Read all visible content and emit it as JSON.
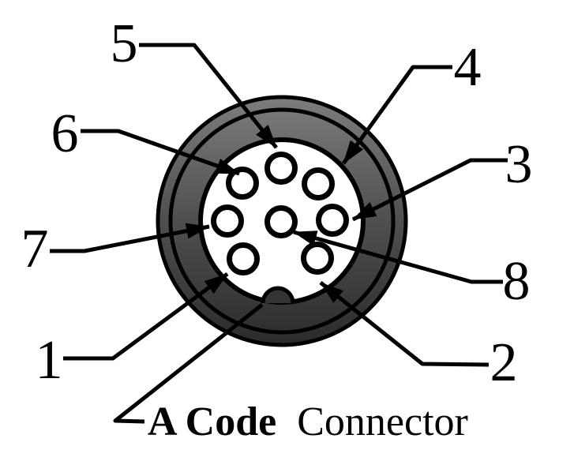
{
  "figure": {
    "type": "connector-pinout-diagram",
    "connector_coding": "A Code",
    "pin_count": 8
  },
  "pins": [
    {
      "label": "1",
      "position": "lower-left"
    },
    {
      "label": "2",
      "position": "lower-right"
    },
    {
      "label": "3",
      "position": "middle-right"
    },
    {
      "label": "4",
      "position": "upper-right"
    },
    {
      "label": "5",
      "position": "top-center"
    },
    {
      "label": "6",
      "position": "upper-left"
    },
    {
      "label": "7",
      "position": "middle-left"
    },
    {
      "label": "8",
      "position": "center"
    }
  ],
  "caption": {
    "bold": "A Code",
    "regular": "Connector"
  },
  "colors": {
    "background": "#ffffff",
    "outline": "#000000",
    "body_top": "#7d7d7d",
    "body_mid": "#4f4f4f",
    "body_bottom": "#2b2b2b",
    "pin_hole": "#ffffff",
    "notch_fill": "#333333"
  }
}
